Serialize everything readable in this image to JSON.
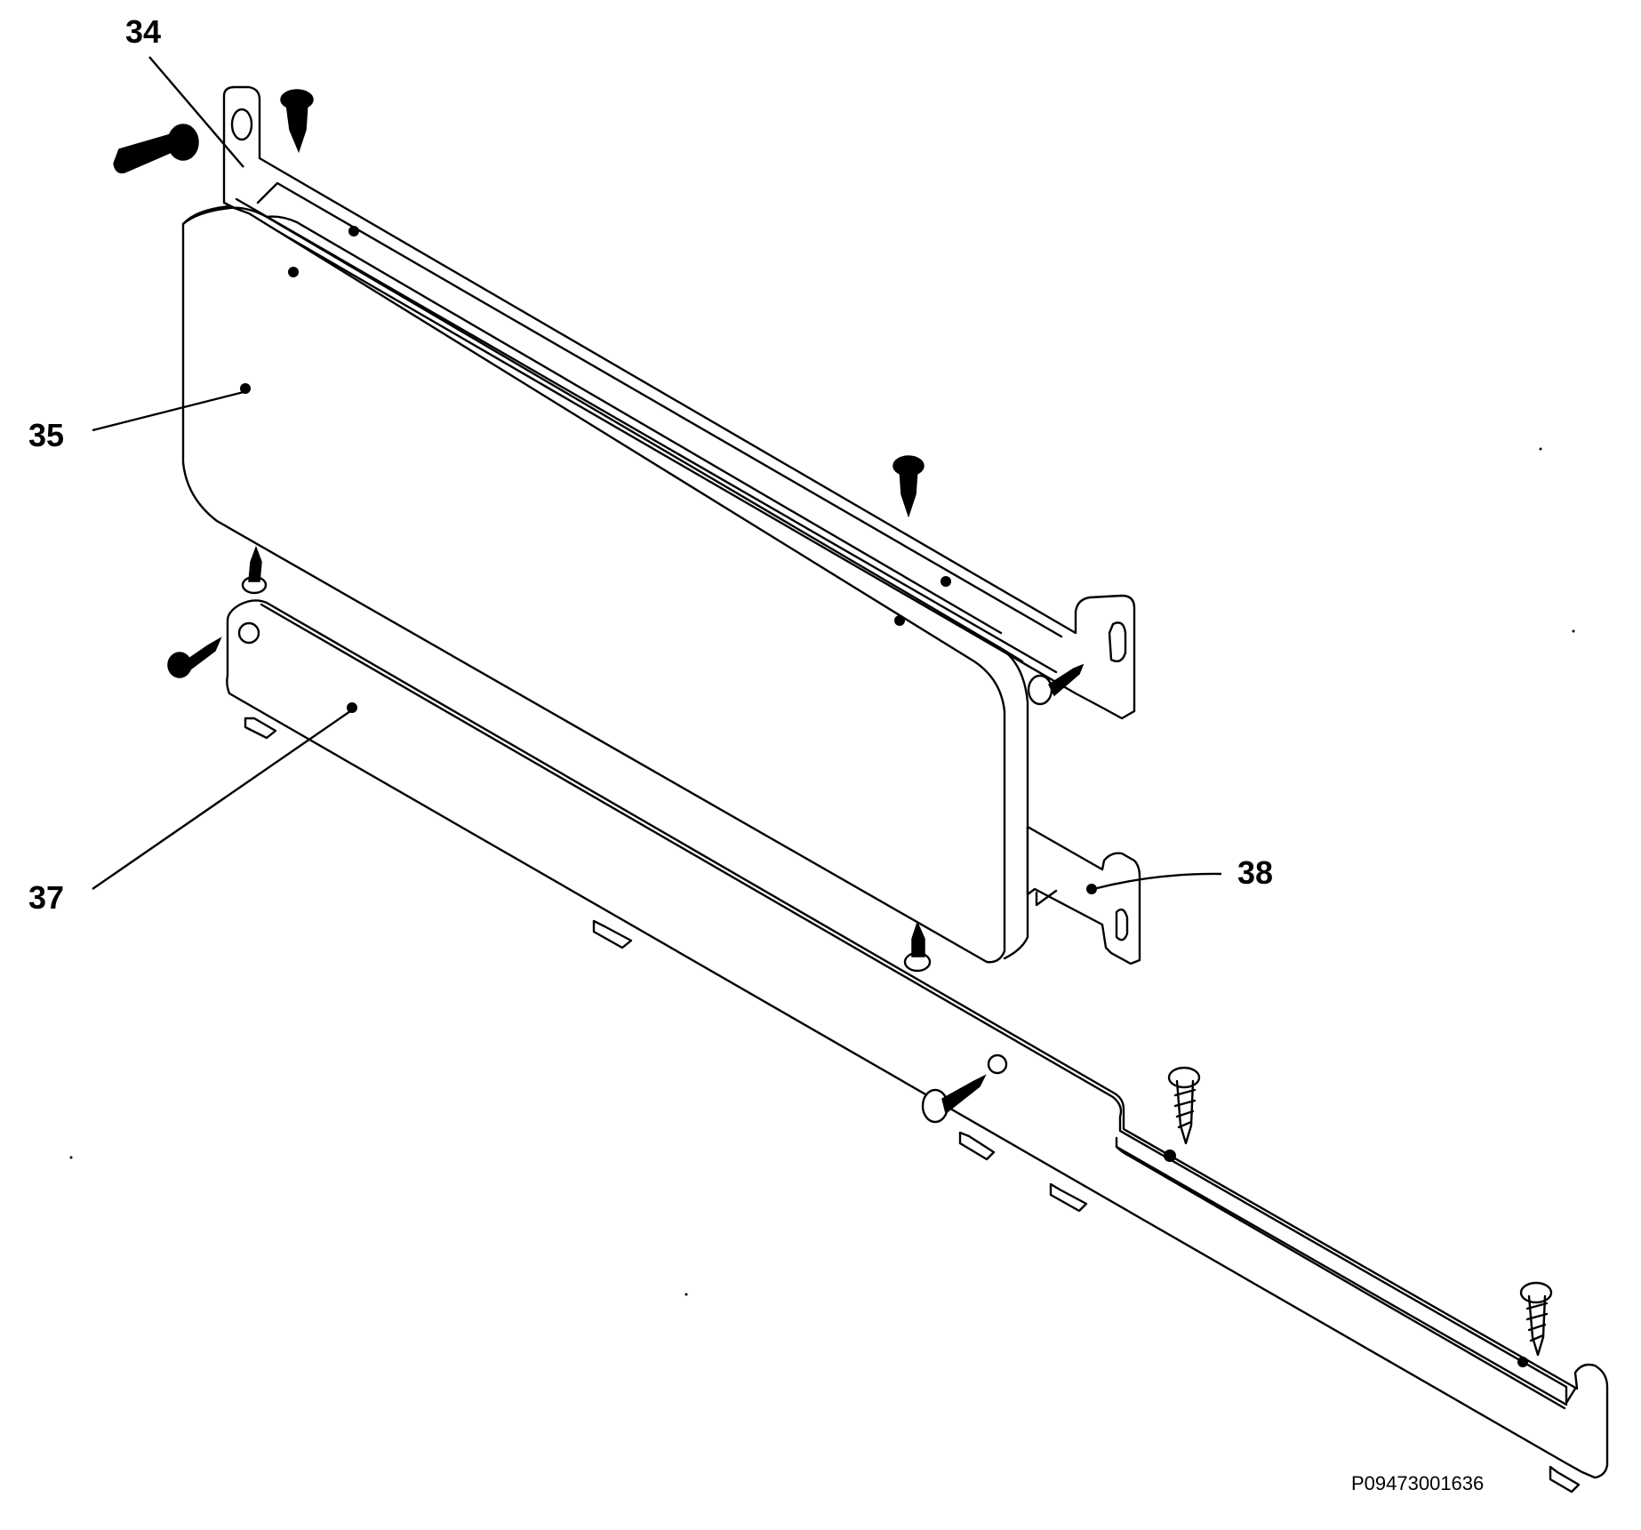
{
  "callouts": {
    "part_34": "34",
    "part_35": "35",
    "part_37": "37",
    "part_38": "38"
  },
  "reference_code": "P09473001636"
}
